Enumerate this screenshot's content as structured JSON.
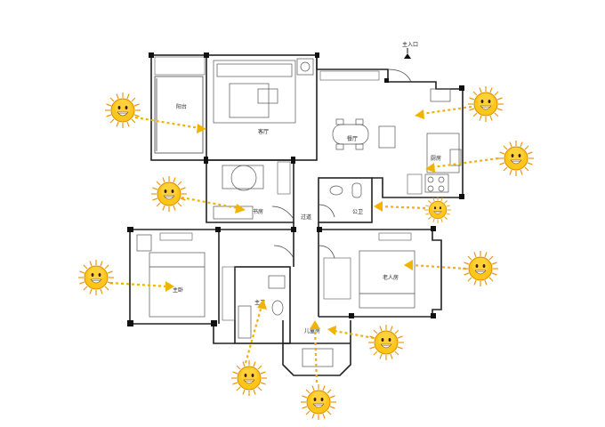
{
  "entrance_label": "主入口",
  "rooms": {
    "balcony": "阳台",
    "living": "客厅",
    "dining": "餐厅",
    "kitchen": "厨房",
    "study": "书房",
    "corridor": "过道",
    "public_bath": "公卫",
    "master_bed": "主卧",
    "master_bath": "主卫",
    "elder_bed": "老人房",
    "child_bed": "儿童房"
  },
  "colors": {
    "sun_fill": "#ffc61a",
    "sun_ray": "#f2a40c",
    "arrow": "#f0b300",
    "wall": "#222222"
  },
  "icons": {
    "sun": "smiling-sun-icon",
    "light_direction": "dashed-arrow-icon"
  }
}
